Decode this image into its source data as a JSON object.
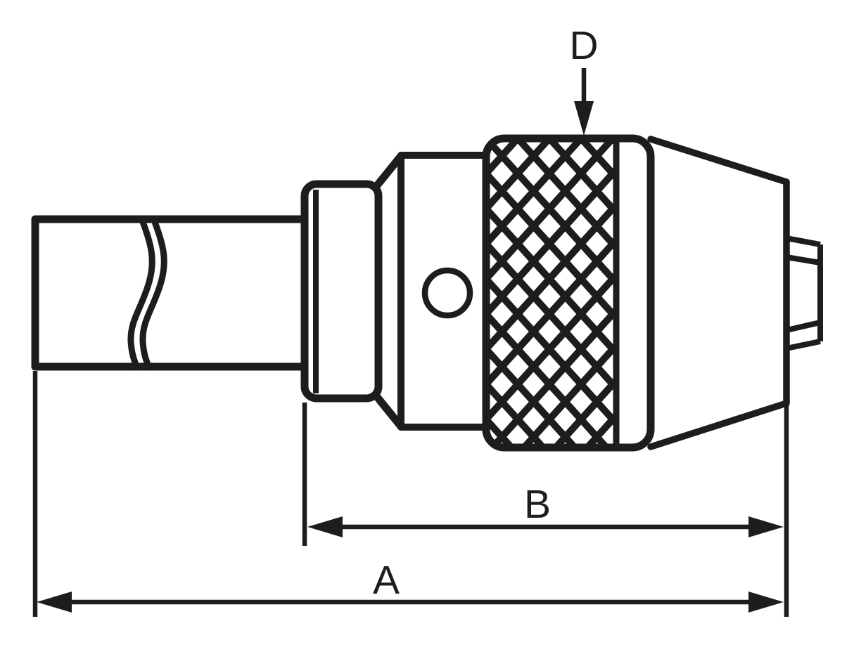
{
  "diagram": {
    "type": "technical-dimension-drawing",
    "subject": "drill chuck with shank, side view",
    "ink_color": "#1d1d1b",
    "background_color": "#ffffff"
  },
  "labels": {
    "dim_d": "D",
    "dim_b": "B",
    "dim_a": "A"
  }
}
